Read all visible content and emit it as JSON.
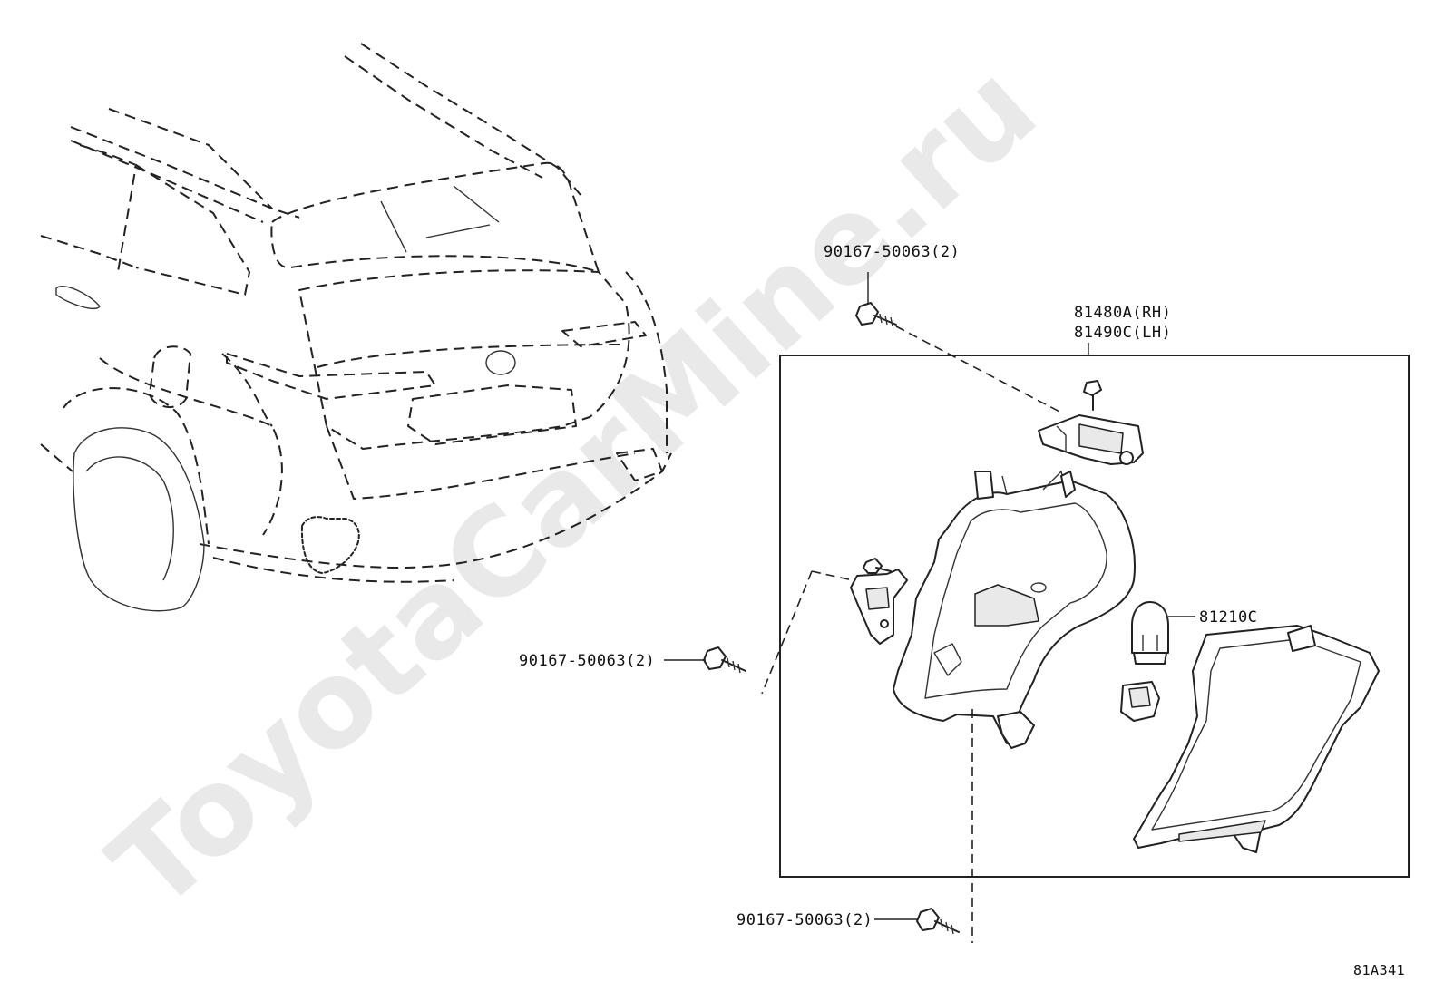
{
  "watermark": "ToyotaCarMine.ru",
  "labels": {
    "bolt_top": "90167-50063(2)",
    "assembly_rh": "81480A(RH)",
    "assembly_lh": "81490C(LH)",
    "bulb": "81210C",
    "bolt_left": "90167-50063(2)",
    "bolt_bottom": "90167-50063(2)"
  },
  "figure_code": "81A341"
}
